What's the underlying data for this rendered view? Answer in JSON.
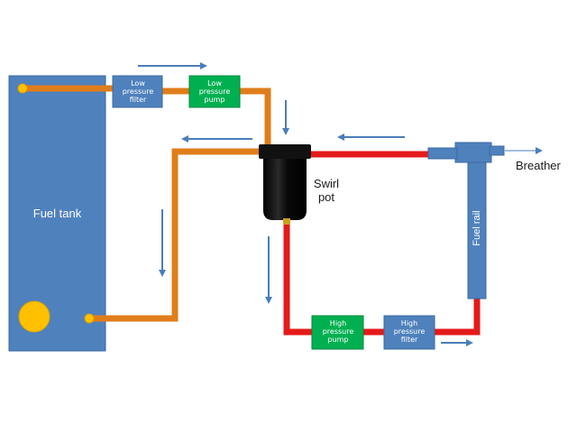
{
  "diagram": {
    "fuel_tank": {
      "label": "Fuel tank"
    },
    "low_pressure_filter": {
      "label": "Low pressure filter"
    },
    "low_pressure_pump": {
      "label": "Low pressure pump"
    },
    "swirl_pot": {
      "label": "Swirl pot"
    },
    "high_pressure_pump": {
      "label": "High pressure pump"
    },
    "high_pressure_filter": {
      "label": "High pressure filter"
    },
    "fuel_rail": {
      "label": "Fuel rail"
    },
    "breather": {
      "label": "Breather"
    }
  },
  "colors": {
    "low_pressure_line": "#e07d1a",
    "high_pressure_line": "#e41a1a",
    "filter_box": "#4f81bd",
    "pump_box": "#00b050",
    "tank": "#4f81bd",
    "arrow": "#4a7ebb",
    "pot": "#111111"
  }
}
